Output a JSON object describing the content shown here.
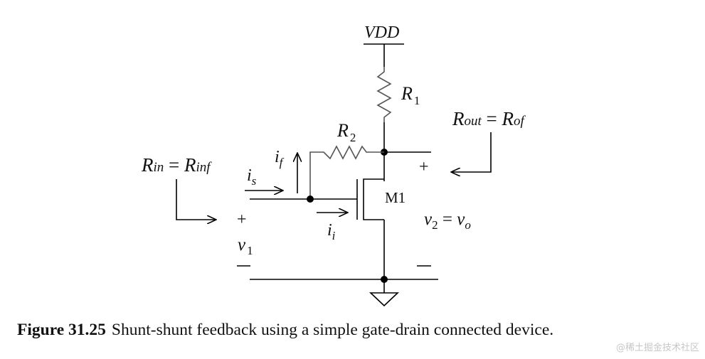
{
  "diagram": {
    "supply_label": "VDD",
    "resistors": [
      {
        "name": "R",
        "sub": "1"
      },
      {
        "name": "R",
        "sub": "2"
      }
    ],
    "transistor_label": "M1",
    "currents": {
      "is": {
        "main": "i",
        "sub": "s"
      },
      "if": {
        "main": "i",
        "sub": "f"
      },
      "ii": {
        "main": "i",
        "sub": "i"
      }
    },
    "input_resistance": {
      "lhs": "R",
      "lhs_sub": "in",
      "eq": " = ",
      "rhs": "R",
      "rhs_sub": "inf"
    },
    "output_resistance": {
      "lhs": "R",
      "lhs_sub": "out",
      "eq": " = ",
      "rhs": "R",
      "rhs_sub": "of"
    },
    "input_voltage": {
      "plus": "+",
      "main": "v",
      "sub": "1",
      "minus": "—"
    },
    "output_voltage": {
      "plus": "+",
      "main": "v",
      "sub": "2",
      "eq": " = ",
      "rhs": "v",
      "rhs_sub": "o",
      "minus": "—"
    }
  },
  "caption": {
    "figure_number": "Figure 31.25",
    "text": "Shunt-shunt feedback using a simple gate-drain connected device."
  },
  "watermark": "@稀土掘金技术社区"
}
